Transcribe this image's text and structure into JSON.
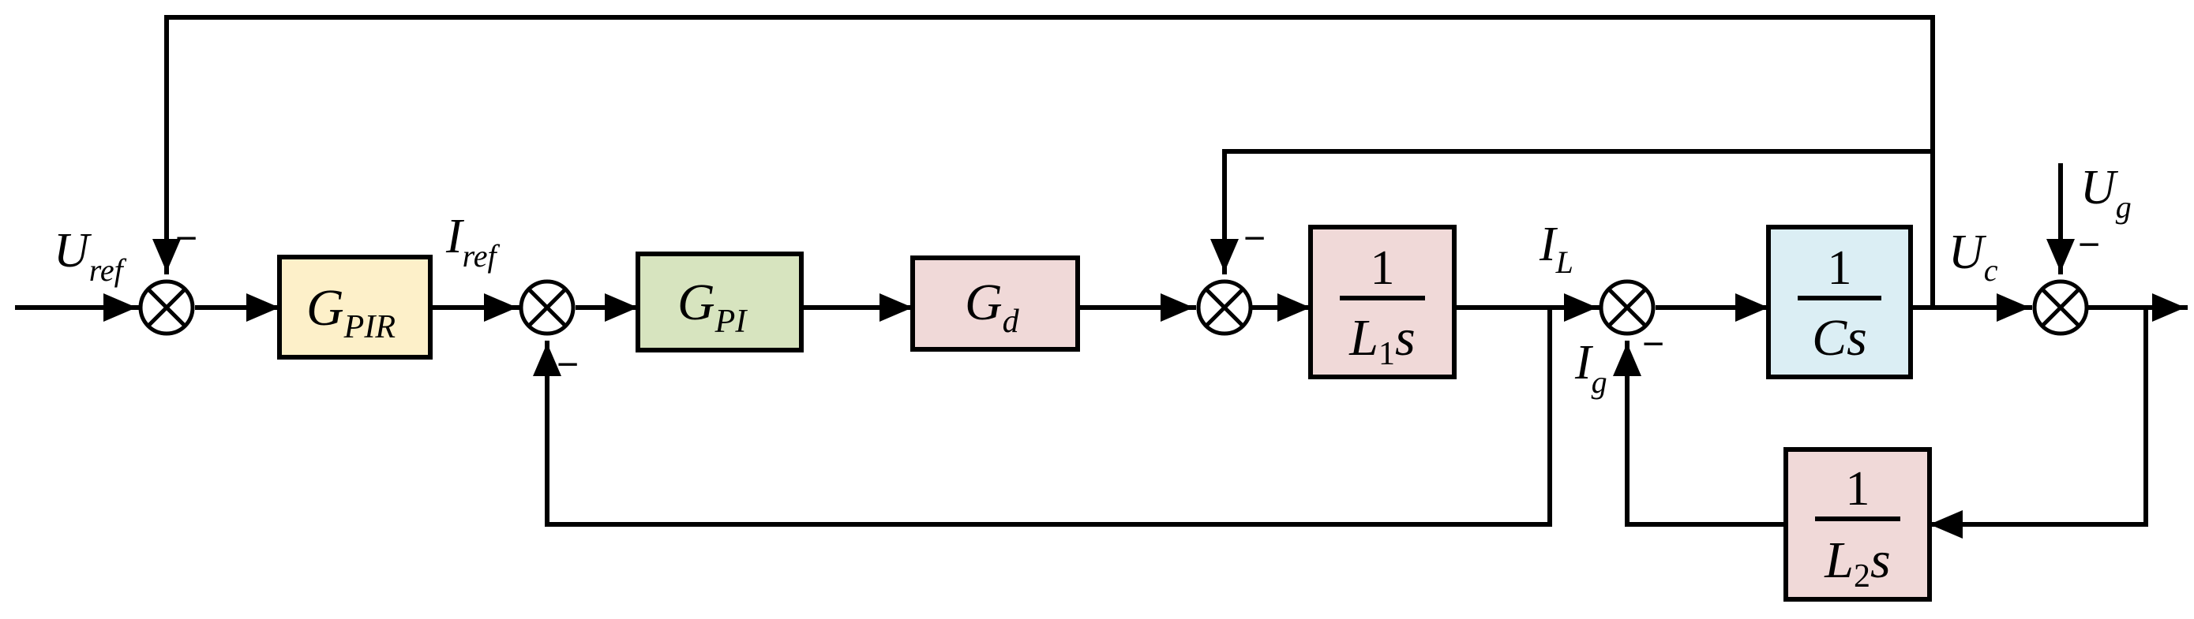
{
  "signals": {
    "u_ref": {
      "main": "U",
      "sub": "ref"
    },
    "i_ref": {
      "main": "I",
      "sub": "ref"
    },
    "i_l": {
      "main": "I",
      "sub": "L"
    },
    "i_g": {
      "main": "I",
      "sub": "g"
    },
    "u_c": {
      "main": "U",
      "sub": "c"
    },
    "u_g": {
      "main": "U",
      "sub": "g"
    }
  },
  "blocks": {
    "g_pir": {
      "main": "G",
      "sub": "PIR",
      "fill": "#fdf0c9"
    },
    "g_pi": {
      "main": "G",
      "sub": "PI",
      "fill": "#d7e4bf"
    },
    "g_d": {
      "main": "G",
      "sub": "d",
      "fill": "#f0d9d8"
    },
    "l1s": {
      "numerator": "1",
      "den_main": "L",
      "den_sub": "1",
      "den_tail": "s",
      "fill": "#f0d9d8"
    },
    "cs": {
      "numerator": "1",
      "den": "Cs",
      "fill": "#dbeef4"
    },
    "l2s": {
      "numerator": "1",
      "den_main": "L",
      "den_sub": "2",
      "den_tail": "s",
      "fill": "#f0d9d8"
    }
  },
  "signs": {
    "minus": "−"
  }
}
